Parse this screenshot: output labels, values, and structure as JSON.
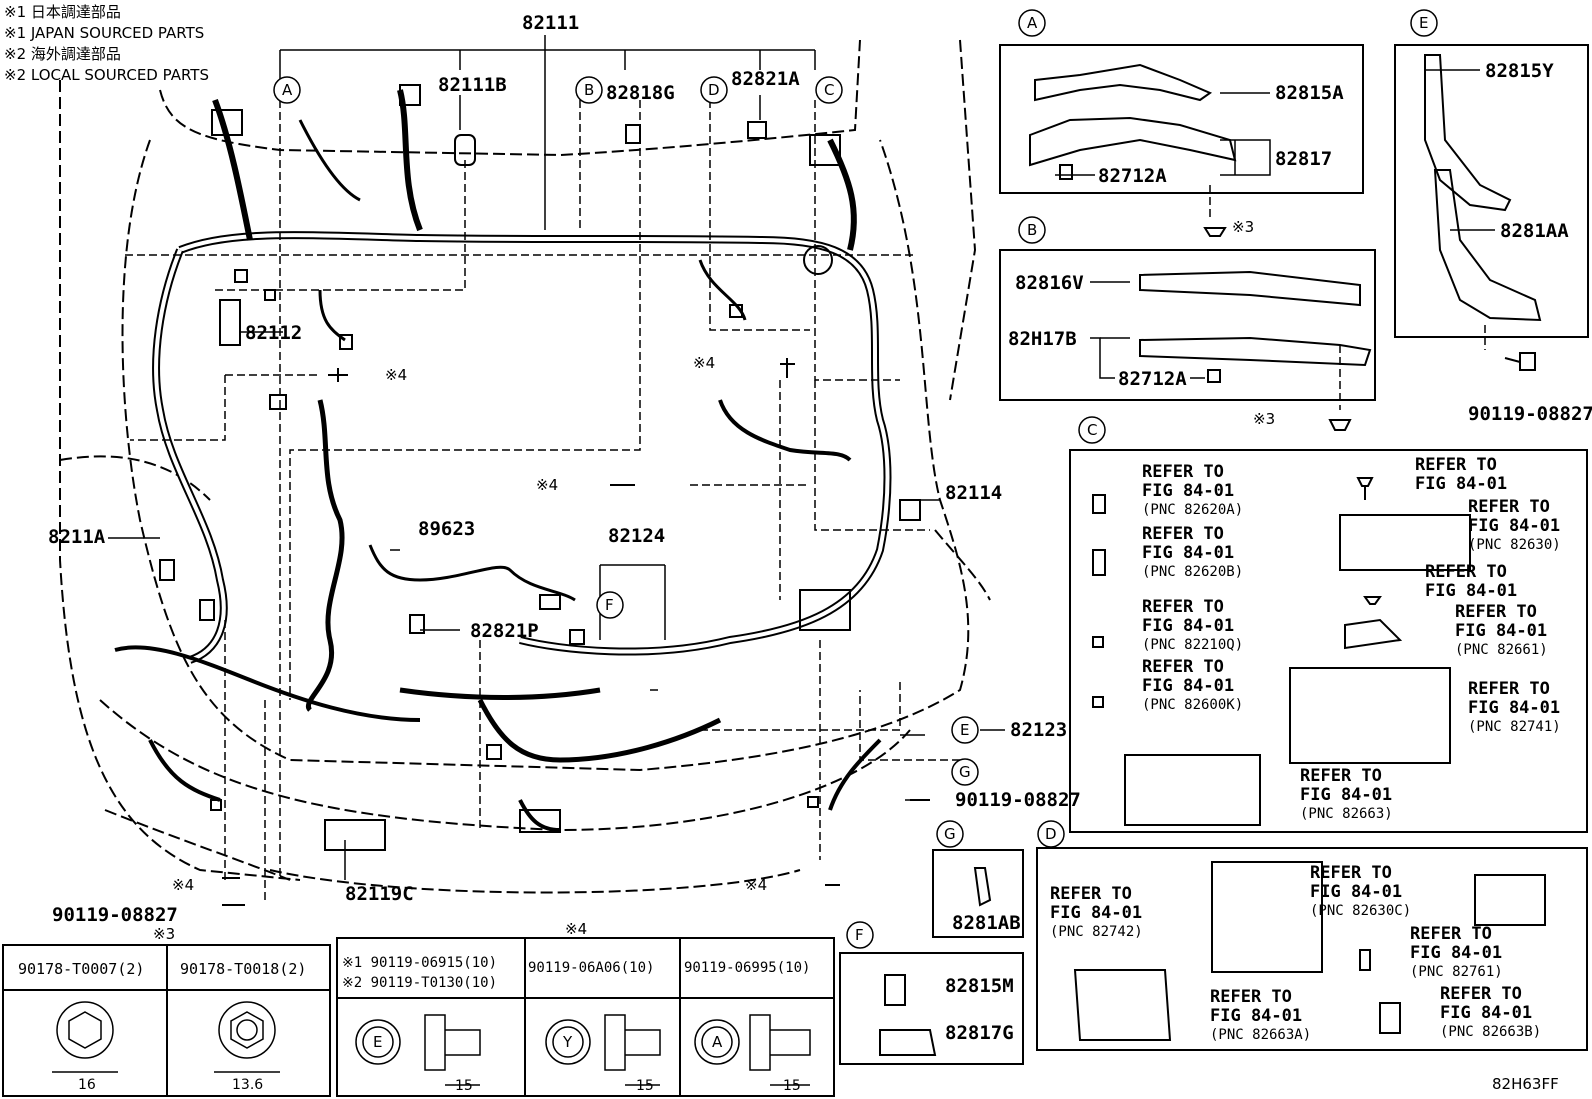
{
  "notes": [
    "※1 日本調達部品",
    "※1 JAPAN SOURCED PARTS",
    "※2 海外調達部品",
    "※2 LOCAL SOURCED PARTS"
  ],
  "main_parts": {
    "p82111": "82111",
    "p82111B": "82111B",
    "p82818G": "82818G",
    "p82821A": "82821A",
    "p82112": "82112",
    "p8211A": "8211A",
    "p89623": "89623",
    "p82124": "82124",
    "p82821P": "82821P",
    "p82114": "82114",
    "p82123": "82123",
    "p90119_08827_right": "90119-08827",
    "p90119_08827_left": "90119-08827",
    "p82119C": "82119C",
    "star4": "※4",
    "star3": "※3"
  },
  "callouts": {
    "A": "A",
    "B": "B",
    "C": "C",
    "D": "D",
    "E": "E",
    "F": "F",
    "G": "G"
  },
  "panelA": {
    "p1": "82815A",
    "p2": "82817",
    "p3": "82712A",
    "star": "※3"
  },
  "panelB": {
    "p1": "82816V",
    "p2": "82H17B",
    "p3": "82712A",
    "star": "※3"
  },
  "panelE": {
    "p1": "82815Y",
    "p2": "8281AA",
    "p3": "90119-08827"
  },
  "panelC": {
    "refer": "REFER TO",
    "fig": "FIG 84-01",
    "pnc": [
      "(PNC 82620A)",
      "(PNC 82620B)",
      "(PNC 82210Q)",
      "(PNC 82600K)",
      "(PNC 82630)",
      "(PNC 82661)",
      "(PNC 82741)",
      "(PNC 82663)"
    ]
  },
  "panelG": {
    "p1": "8281AB"
  },
  "panelF": {
    "p1": "82815M",
    "p2": "82817G"
  },
  "panelD": {
    "pnc": [
      "(PNC 82742)",
      "(PNC 82630C)",
      "(PNC 82761)",
      "(PNC 82663A)",
      "(PNC 82663B)"
    ]
  },
  "bolt_table": {
    "star3": "※3",
    "star4": "※4",
    "col1": "90178-T0007(2)",
    "col2": "90178-T0018(2)",
    "col3a": "※1 90119-06915(10)",
    "col3b": "※2 90119-T0130(10)",
    "col4": "90119-06A06(10)",
    "col5": "90119-06995(10)",
    "dim1": "16",
    "dim2": "13.6",
    "dim3": "15",
    "dim4": "15",
    "dim5": "15",
    "mark3": "E",
    "mark4": "Y",
    "mark5": "A"
  },
  "drawing_code": "82H63FF"
}
